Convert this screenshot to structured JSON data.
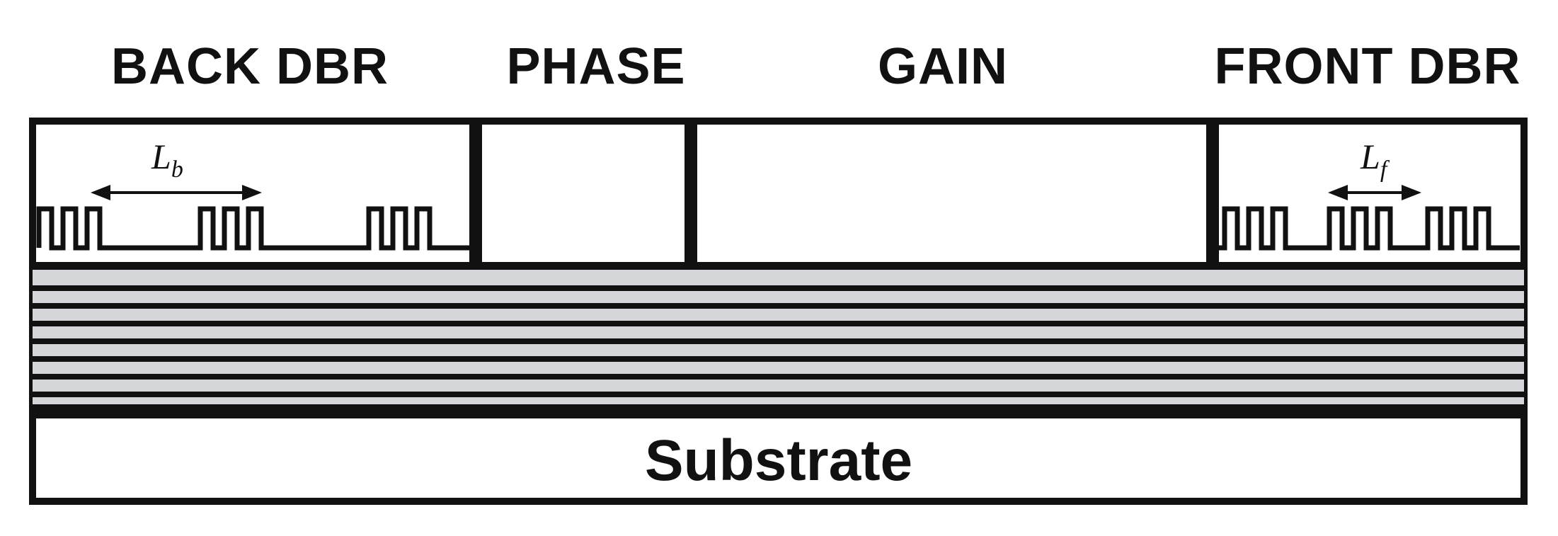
{
  "sections": {
    "back_dbr": "BACK DBR",
    "phase": "PHASE",
    "gain": "GAIN",
    "front_dbr": "FRONT DBR"
  },
  "substrate": "Substrate",
  "back_period": {
    "symbol": "L",
    "subscript": "b"
  },
  "front_period": {
    "symbol": "L",
    "subscript": "f"
  },
  "colors": {
    "line": "#111111",
    "layer_light": "#d4d6da",
    "background": "#ffffff"
  }
}
